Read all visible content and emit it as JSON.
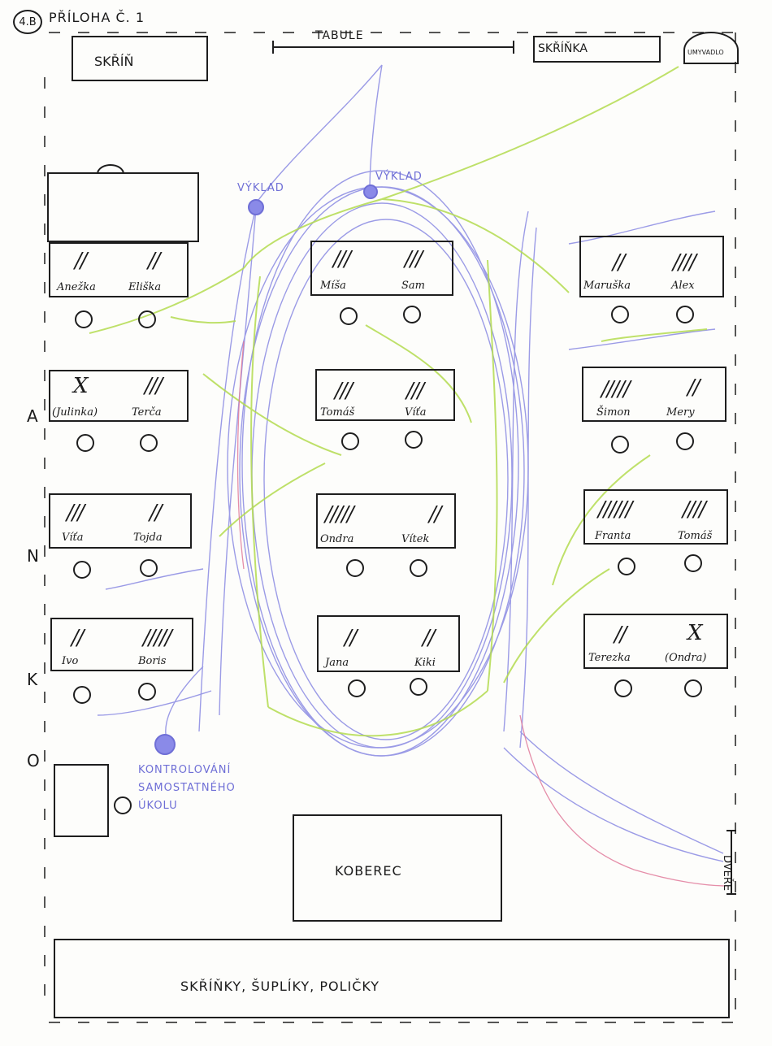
{
  "header": {
    "class_id": "4.B",
    "title": "PŘÍLOHA Č. 1"
  },
  "furniture": {
    "board": "TABULE",
    "wardrobe": "SKŘÍŇ",
    "cabinet": "SKŘÍŇKA",
    "sink": "UMYVADLO",
    "carpet": "KOBEREC",
    "shelves": "SKŘÍŇKY, ŠUPLÍKY, POLIČKY",
    "door": "DVEŘE"
  },
  "annotations": {
    "explain_left": "VÝKLAD",
    "explain_right": "VÝKLAD",
    "check_task": [
      "KONTROLOVÁNÍ",
      "SAMOSTATNÉHO",
      "ÚKOLU"
    ]
  },
  "window_wall": [
    "O",
    "K",
    "N",
    "A"
  ],
  "desks": [
    {
      "left": {
        "name": "Anežka",
        "marks": "//"
      },
      "right": {
        "name": "Eliška",
        "marks": "//"
      }
    },
    {
      "left": {
        "name": "Míša",
        "marks": "///"
      },
      "right": {
        "name": "Sam",
        "marks": "///"
      }
    },
    {
      "left": {
        "name": "Maruška",
        "marks": "//"
      },
      "right": {
        "name": "Alex",
        "marks": "////"
      }
    },
    {
      "left": {
        "name": "(Julinka)",
        "marks": "X"
      },
      "right": {
        "name": "Terča",
        "marks": "///"
      }
    },
    {
      "left": {
        "name": "Tomáš",
        "marks": "///"
      },
      "right": {
        "name": "Víťa",
        "marks": "///"
      }
    },
    {
      "left": {
        "name": "Šimon",
        "marks": "/////"
      },
      "right": {
        "name": "Mery",
        "marks": "//"
      }
    },
    {
      "left": {
        "name": "Víťa",
        "marks": "///"
      },
      "right": {
        "name": "Tojda",
        "marks": "//"
      }
    },
    {
      "left": {
        "name": "Ondra",
        "marks": "/////"
      },
      "right": {
        "name": "Vítek",
        "marks": "//"
      }
    },
    {
      "left": {
        "name": "Franta",
        "marks": "//////"
      },
      "right": {
        "name": "Tomáš",
        "marks": "////"
      }
    },
    {
      "left": {
        "name": "Ivo",
        "marks": "//"
      },
      "right": {
        "name": "Boris",
        "marks": "/////"
      }
    },
    {
      "left": {
        "name": "Jana",
        "marks": "//"
      },
      "right": {
        "name": "Kiki",
        "marks": "//"
      }
    },
    {
      "left": {
        "name": "Terezka",
        "marks": "//"
      },
      "right": {
        "name": "(Ondra)",
        "marks": "X"
      }
    }
  ],
  "colors": {
    "ink": "#1e1e1e",
    "path_blue": "#7b7be0",
    "path_green": "#b4dc50",
    "path_red": "#e07a9a",
    "dot_blue": "#8a8ae8"
  }
}
